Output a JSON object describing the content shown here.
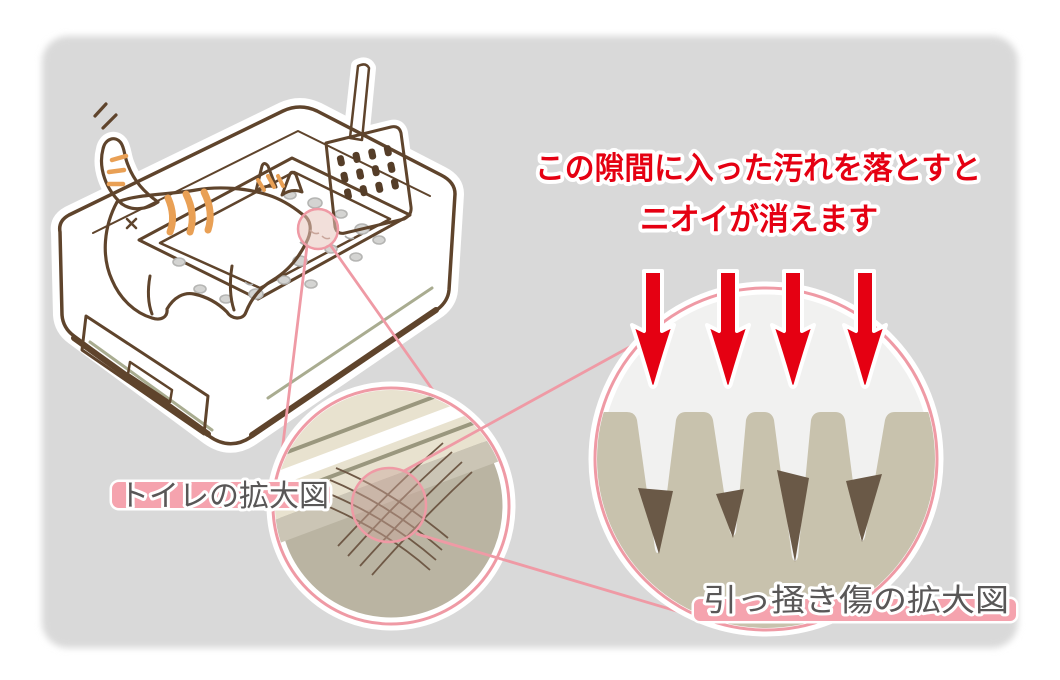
{
  "page": {
    "background": "#ffffff",
    "panel_color": "#d9d9d9"
  },
  "heading": {
    "line1": "この隙間に入った汚れを落とすと",
    "line2": "ニオイが消えます",
    "color": "#e50012"
  },
  "labels": {
    "toilet_zoom": {
      "text": "トイレの拡大図"
    },
    "scratch_zoom": {
      "text": "引っ掻き傷の拡大図"
    },
    "text_color": "#595757",
    "highlight_color": "#f5a3ae"
  },
  "icons": {
    "down_arrow": "red down arrow pointing into scratch groove",
    "magnifier_circle": "pink magnifying callout circle",
    "cat": "orange tabby cat in litter box",
    "scoop": "brown litter scoop",
    "motion_marks": "tail motion lines"
  },
  "colors": {
    "accent_pink": "#ef9aa5",
    "arrow_red": "#e50012",
    "box_cream": "#f6f1de",
    "inner_wall_cream": "#ece6d2",
    "drawer_brown": "#a17d5c",
    "scoop_brown": "#8a6b4f",
    "outline_brown": "#5f442c",
    "cat_orange": "#f3c795",
    "cat_stripe": "#e9a055",
    "litter_gray": "#dcdcda",
    "groove_tan": "#c8c2ad",
    "dirt_brown": "#6a5947",
    "zoom_circle_tan": "#bab4a2",
    "zoom_circle_light": "#f1f1f0",
    "sage_accent": "#a9ac90"
  }
}
